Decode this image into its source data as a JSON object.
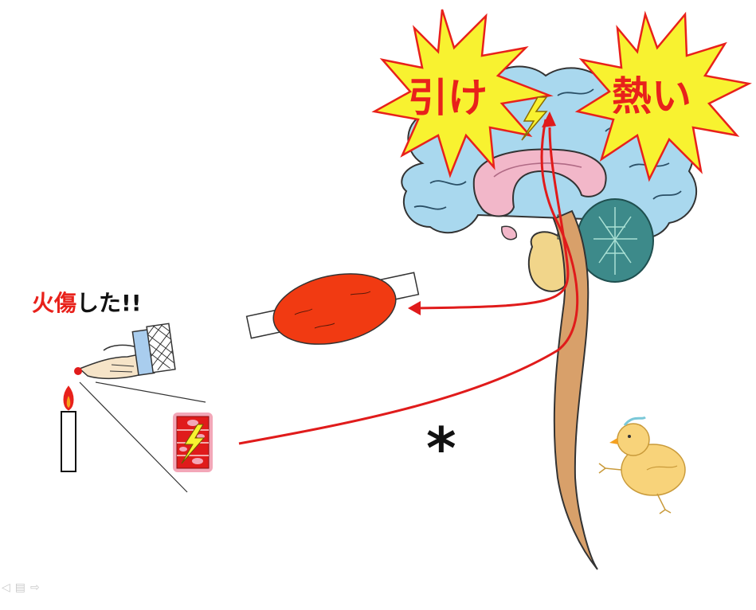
{
  "bursts": {
    "left": "引け",
    "right": "熱い"
  },
  "burn_label": {
    "part1": "火傷",
    "part2": "した!!"
  },
  "asterisk": "*",
  "colors": {
    "burst_fill": "#f8f230",
    "burst_stroke": "#e8211b",
    "burst_text": "#e8211b",
    "pathway_red": "#e01b1b",
    "cerebrum": "#a9d8ee",
    "limbic": "#f2b7c9",
    "cerebellum": "#3d8a8a",
    "brainstem": "#f1d58a",
    "spinal_cord": "#d8a06a",
    "muscle": "#f13a12"
  },
  "icons": {
    "lightning": "lightning-icon",
    "candle": "candle-icon",
    "hand": "pointing-hand-icon",
    "chick": "chick-icon",
    "skin_receptor": "skin-receptor-icon"
  },
  "nav": {
    "prev": "◁",
    "menu": "▤",
    "next": "⇨"
  }
}
